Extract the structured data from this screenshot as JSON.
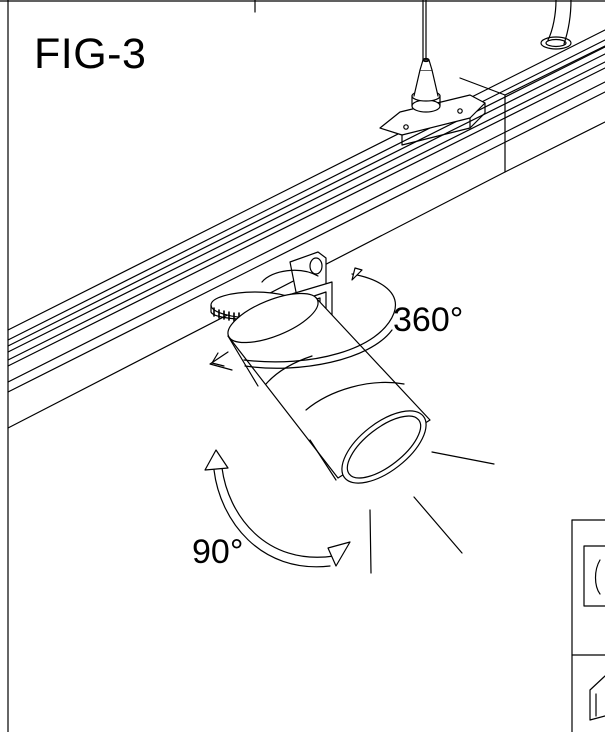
{
  "figure": {
    "label": "FIG-3",
    "rotation_horizontal": "360°",
    "rotation_vertical": "90°"
  },
  "colors": {
    "line": "#000000",
    "background": "#ffffff"
  }
}
